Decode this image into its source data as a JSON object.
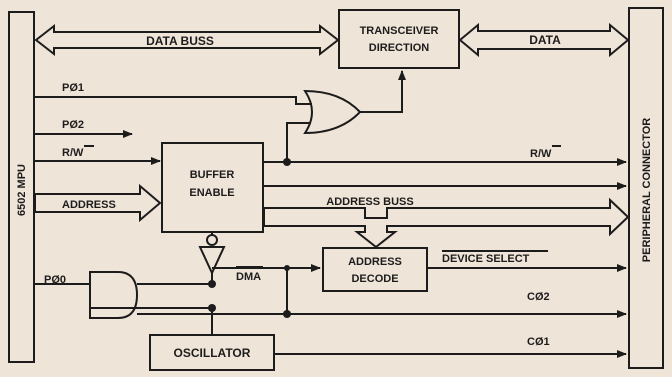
{
  "blocks": {
    "mpu": "6502 MPU",
    "peripheral": "PERIPHERAL CONNECTOR",
    "transceiver_line1": "TRANSCEIVER",
    "transceiver_line2": "DIRECTION",
    "buffer_line1": "BUFFER",
    "buffer_line2": "ENABLE",
    "address_decode_line1": "ADDRESS",
    "address_decode_line2": "DECODE",
    "oscillator": "OSCILLATOR"
  },
  "signals": {
    "data_buss": "DATA BUSS",
    "data": "DATA",
    "phi1_mpu": "PØ1",
    "phi2_mpu": "PØ2",
    "rw_left": "R/W",
    "rw_right": "R/W",
    "address": "ADDRESS",
    "address_buss": "ADDRESS BUSS",
    "dma": "DMA",
    "device_select": "DEVICE SELECT",
    "phi0": "PØ0",
    "c_phi2": "CØ2",
    "c_phi1": "CØ1"
  },
  "colors": {
    "background": "#efe4d8",
    "ink": "#1c1c1c"
  }
}
